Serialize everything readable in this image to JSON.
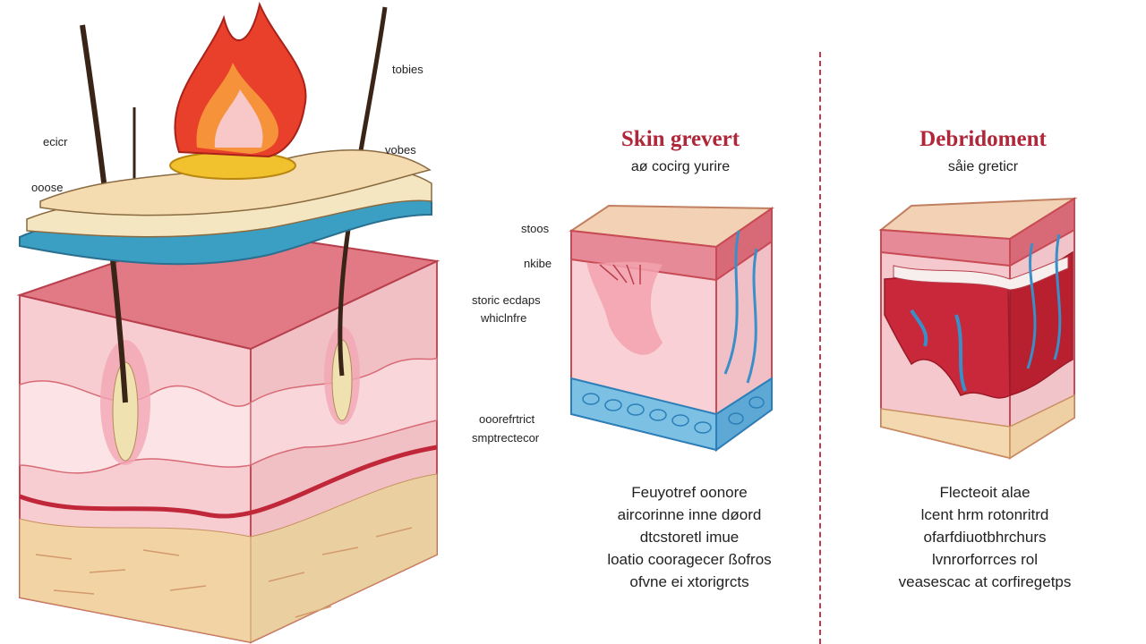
{
  "left_panel": {
    "labels": [
      "tobies",
      "ecicr",
      "ooose",
      "vobes"
    ]
  },
  "skin_graft": {
    "title": "Skin grevert",
    "subtitle": "aø cocirg yurire",
    "side_labels": [
      "stoos",
      "nkibe",
      "storic ecdaps",
      "whiclnfre",
      "ooorefrtrict",
      "smptrectecor"
    ],
    "caption_lines": [
      "Feuyotref oonore",
      "aircorinne inne døord",
      "dtcstoretl imue",
      "loatio cooragecer ßofros",
      "ofvne ei xtorigrcts"
    ]
  },
  "debridement": {
    "title": "Debridoment",
    "subtitle": "såie greticr",
    "caption_lines": [
      "Flecteoit alae",
      "lcent hrm rotonritrd",
      "ofarfdiuotbhrchurs",
      "lvnrorforrces rol",
      "veasescac at corfiregetps"
    ]
  },
  "colors": {
    "accent": "#b0273a",
    "divider": "#c0394b",
    "epidermis": "#f2c4b4",
    "dermis": "#f6c7cc",
    "fat": "#f0d5a8",
    "vessel": "#3a8fc8",
    "flame": "#e8402a"
  }
}
